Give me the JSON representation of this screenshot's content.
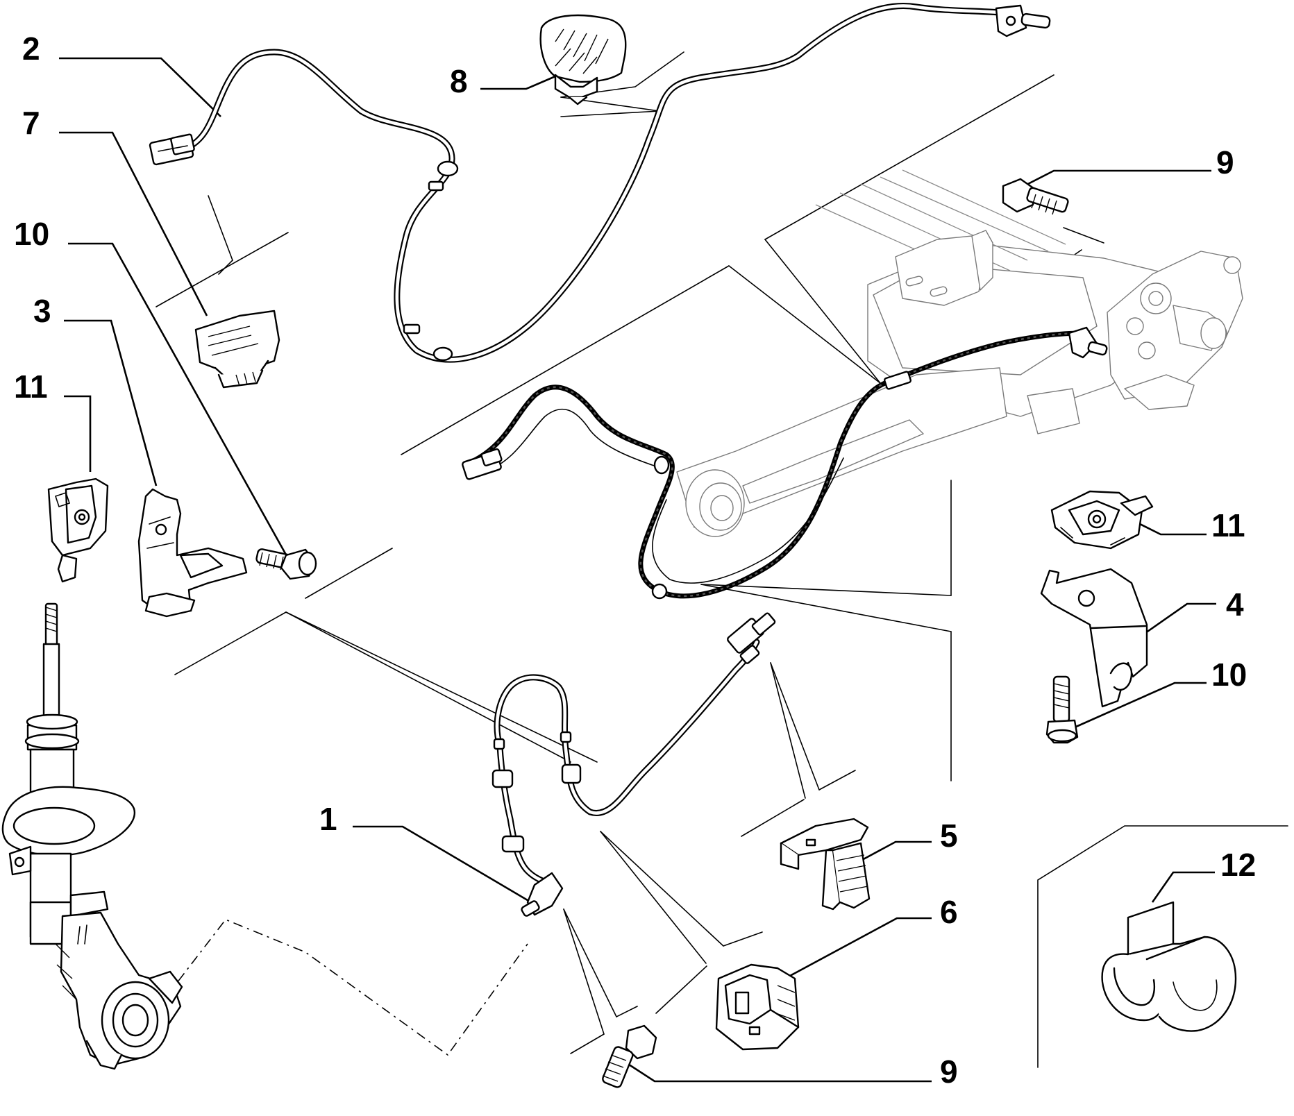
{
  "diagram": {
    "callouts": [
      {
        "id": "c2",
        "label": "2"
      },
      {
        "id": "c7",
        "label": "7"
      },
      {
        "id": "c10a",
        "label": "10"
      },
      {
        "id": "c3",
        "label": "3"
      },
      {
        "id": "c11a",
        "label": "11"
      },
      {
        "id": "c8",
        "label": "8"
      },
      {
        "id": "c9a",
        "label": "9"
      },
      {
        "id": "c11b",
        "label": "11"
      },
      {
        "id": "c4",
        "label": "4"
      },
      {
        "id": "c10b",
        "label": "10"
      },
      {
        "id": "c5",
        "label": "5"
      },
      {
        "id": "c12",
        "label": "12"
      },
      {
        "id": "c6",
        "label": "6"
      },
      {
        "id": "c1",
        "label": "1"
      },
      {
        "id": "c9b",
        "label": "9"
      }
    ]
  }
}
